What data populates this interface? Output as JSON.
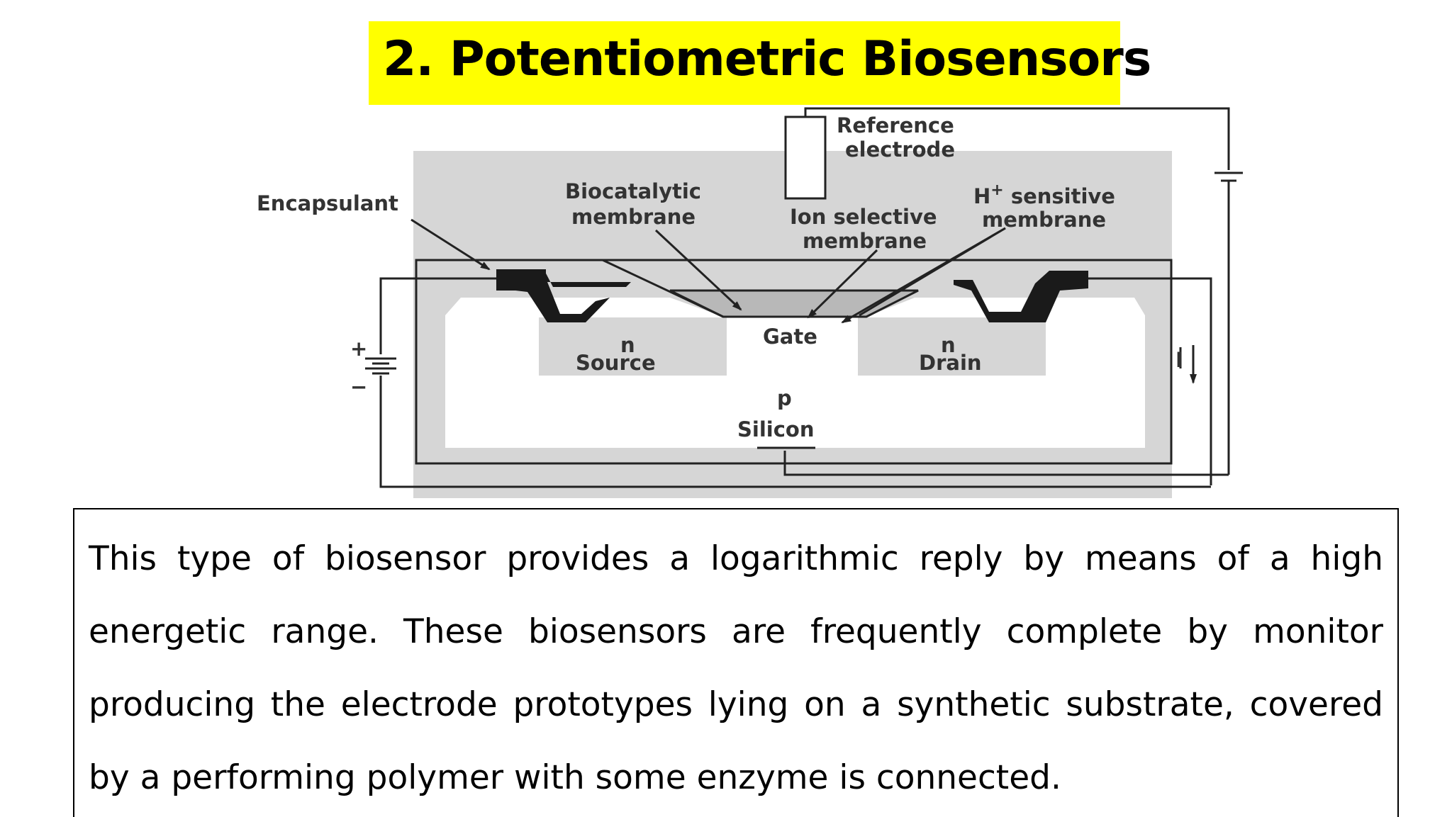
{
  "title": "2. Potentiometric Biosensors",
  "diagram": {
    "labels": {
      "encapsulant": "Encapsulant",
      "biocatalytic_1": "Biocatalytic",
      "biocatalytic_2": "membrane",
      "reference_1": "Reference",
      "reference_2": "electrode",
      "ion_1": "Ion selective",
      "ion_2": "membrane",
      "hplus_1": "H",
      "hplus_sup": "+",
      "hplus_rest": " sensitive",
      "hplus_2": "membrane",
      "source_type": "n",
      "source": "Source",
      "gate": "Gate",
      "drain_type": "n",
      "drain": "Drain",
      "substrate_type": "p",
      "substrate": "Silicon",
      "battery_plus": "+",
      "battery_minus": "−",
      "current_symbol": "I"
    },
    "colors": {
      "encapsulant": "#d6d6d6",
      "electrode": "#1a1a1a",
      "membrane": "#b8b8b8",
      "line": "#222222"
    }
  },
  "description": "This type of biosensor provides a logarithmic reply by means of a high energetic range. These biosensors are frequently complete by monitor producing the electrode prototypes lying on a synthetic substrate, covered by a performing polymer with some enzyme is connected."
}
